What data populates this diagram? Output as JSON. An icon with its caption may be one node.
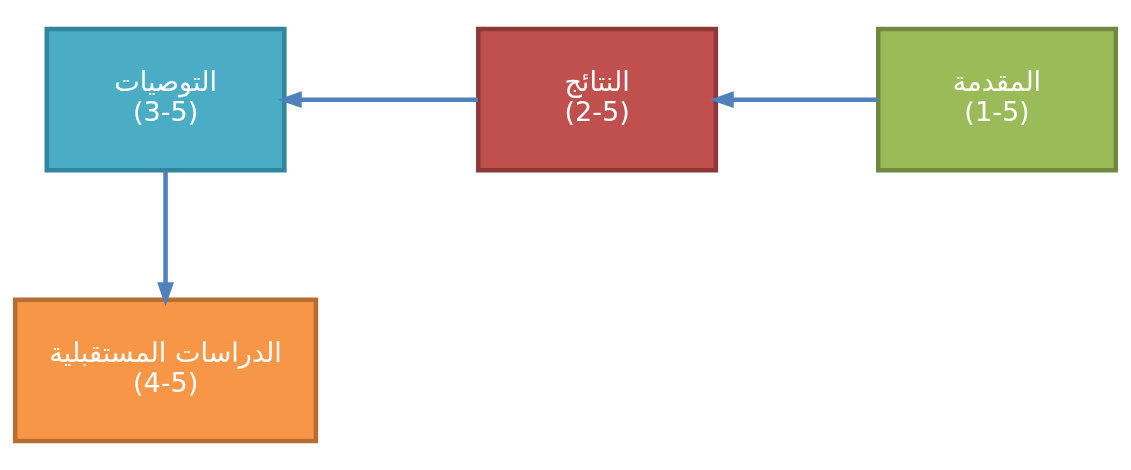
{
  "diagram": {
    "nodes": [
      {
        "text": [
          "المقدمة",
          "(1-5)"
        ]
      },
      {
        "text": [
          "النتائج",
          "(2-5)"
        ]
      },
      {
        "text": [
          "التوصيات",
          "(3-5)"
        ]
      },
      {
        "text": [
          "الدراسات المستقبلية",
          "(4-5)"
        ]
      }
    ],
    "edges": [
      {
        "from": 0,
        "to": 1,
        "arrow": "to"
      },
      {
        "from": 1,
        "to": 2,
        "arrow": "to"
      },
      {
        "from": 2,
        "to": 3,
        "arrow": "to"
      }
    ]
  }
}
